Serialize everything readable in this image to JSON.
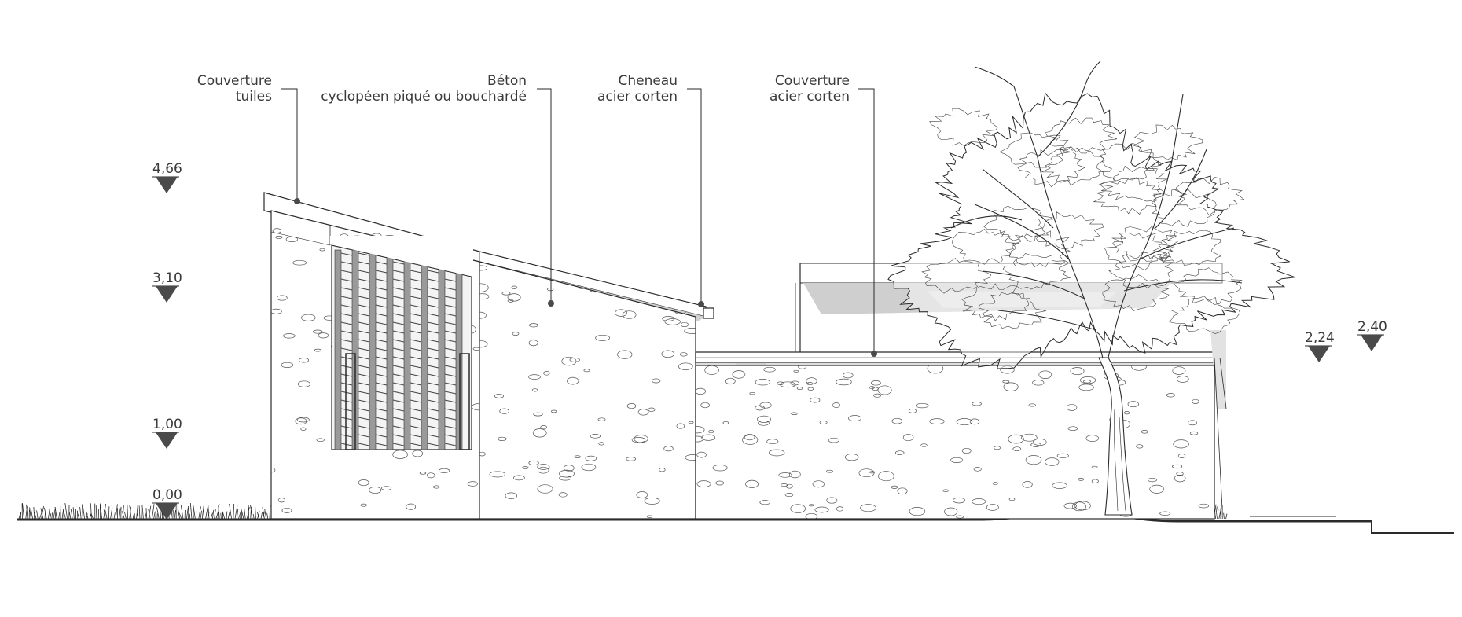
{
  "annotations": {
    "roof_tiles": {
      "line1": "Couverture",
      "line2": "tuiles"
    },
    "concrete": {
      "line1": "Béton",
      "line2": "cyclopéen piqué ou bouchardé"
    },
    "gutter": {
      "line1": "Cheneau",
      "line2": "acier corten"
    },
    "roof_corten": {
      "line1": "Couverture",
      "line2": "acier corten"
    }
  },
  "levels_left": [
    "4,66",
    "3,10",
    "1,00",
    "0,00"
  ],
  "levels_right": [
    "2,24",
    "2,40"
  ],
  "colors": {
    "line": "#2a2a2a",
    "marker": "#4a4a4a",
    "shadow": "#c8c8c8",
    "text": "#3a3a3a"
  }
}
